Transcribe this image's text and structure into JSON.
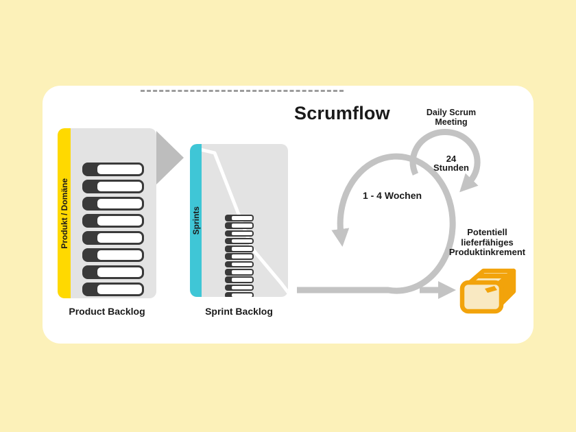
{
  "title": "Scrumflow",
  "product_backlog": {
    "label": "Product Backlog",
    "side_label": "Produkt / Domäne",
    "item_count": 8
  },
  "sprint_backlog": {
    "label": "Sprint Backlog",
    "side_label": "Sprints",
    "item_count": 11
  },
  "sprint_loop": {
    "duration_label": "1 - 4 Wochen"
  },
  "daily_scrum": {
    "title_line1": "Daily Scrum",
    "title_line2": "Meeting",
    "duration_line1": "24",
    "duration_line2": "Stunden"
  },
  "increment": {
    "label_line1": "Potentiell",
    "label_line2": "lieferfähiges",
    "label_line3": "Produktinkrement",
    "icon": "package-icon"
  },
  "colors": {
    "background": "#FCF1B9",
    "card": "#FFFFFF",
    "product_accent": "#FFD900",
    "sprint_accent": "#3FC6D6",
    "panel_gray": "#E3E3E3",
    "triangle_gray": "#BDBDBD",
    "arrow_gray": "#C3C3C3",
    "dark": "#3A3A3A",
    "package_orange": "#F2A30B",
    "package_cream": "#F9E9C2",
    "text": "#1A1A1A"
  }
}
